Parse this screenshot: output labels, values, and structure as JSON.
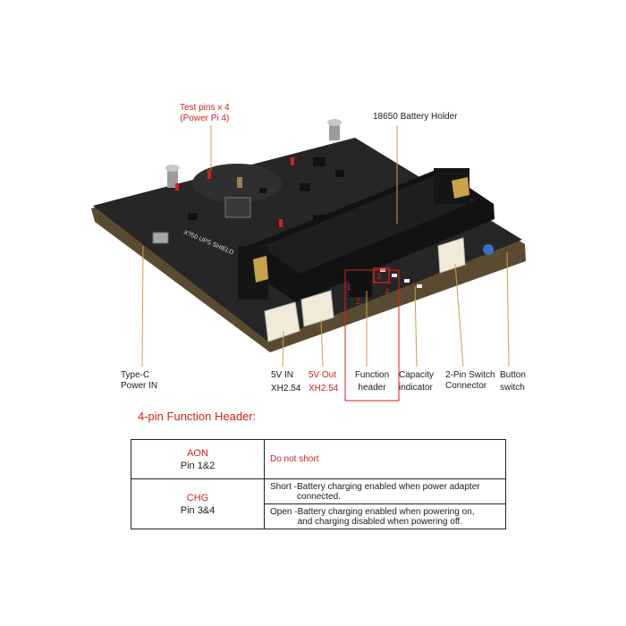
{
  "colors": {
    "accent_red": "#d0221b",
    "board": "#222222",
    "connector": "#f1ead9",
    "holder": "#151515"
  },
  "labels": {
    "test_pins": [
      "Test pins x 4",
      "(Power Pi 4)"
    ],
    "battery_holder": "18650 Battery Holder",
    "type_c": [
      "Type-C",
      "Power IN"
    ],
    "five_v_in": [
      "5V IN",
      "XH2.54"
    ],
    "five_v_out": [
      "5V Out",
      "XH2.54"
    ],
    "function_header": [
      "Function",
      "header"
    ],
    "capacity": [
      "Capacity",
      "indicator"
    ],
    "switch_connector": [
      "2-Pin Switch",
      "Connector"
    ],
    "button_switch": [
      "Button",
      "switch"
    ]
  },
  "board_text": {
    "silkscreen": "X?50 UPS SHIELD",
    "header_numbers": [
      "1",
      "2",
      "3",
      "4"
    ]
  },
  "function_table": {
    "title": "4-pin Function Header:",
    "rows": [
      {
        "name": "AON",
        "pins": "Pin 1&2",
        "descriptions": [
          {
            "key": "",
            "text": "Do not short"
          }
        ]
      },
      {
        "name": "CHG",
        "pins": "Pin 3&4",
        "descriptions": [
          {
            "key": "Short - ",
            "text": "Battery charging enabled when power adapter\nconnected."
          },
          {
            "key": "Open - ",
            "text": "Battery charging enabled when powering on,\nand charging disabled when powering off."
          }
        ]
      }
    ]
  }
}
